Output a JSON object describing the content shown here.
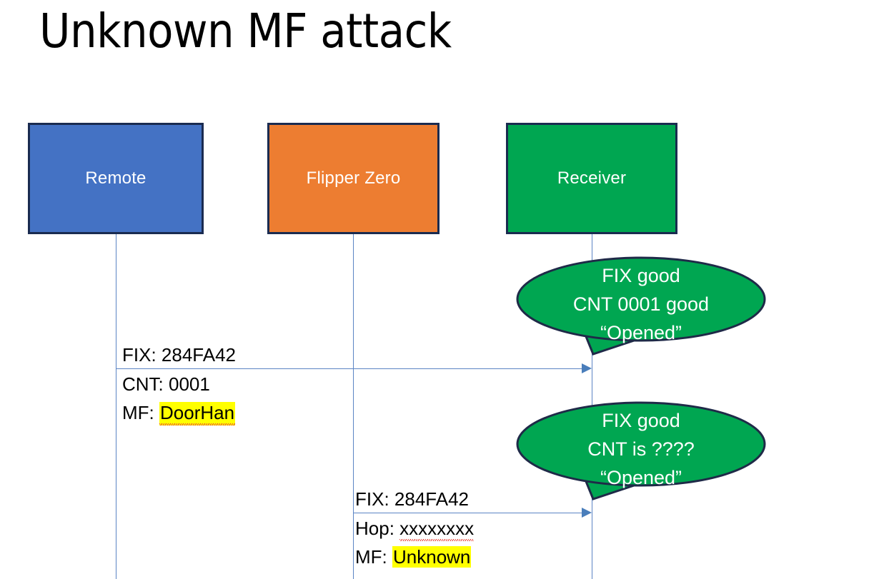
{
  "slide": {
    "title": "Unknown MF attack",
    "background": "#FFFFFF"
  },
  "colors": {
    "remote_fill": "#4472C4",
    "flipper_fill": "#ED7D31",
    "receiver_fill": "#00A651",
    "box_border": "#1A2B50",
    "lifeline": "#5B84C4",
    "arrow": "#4A7EBB",
    "highlight": "#FFFF00",
    "bubble_fill": "#00A651",
    "bubble_border": "#1F2A48",
    "text_dark": "#000000",
    "text_light": "#FFFFFF",
    "spellcheck_underline": "#E8443A"
  },
  "actors": [
    {
      "id": "remote",
      "label": "Remote",
      "fill": "#4472C4"
    },
    {
      "id": "flipper",
      "label": "Flipper Zero",
      "fill": "#ED7D31"
    },
    {
      "id": "receiver",
      "label": "Receiver",
      "fill": "#00A651"
    }
  ],
  "messages": [
    {
      "id": "msg-1",
      "from": "remote",
      "to": "receiver",
      "lines": [
        {
          "label": "FIX: ",
          "value": "284FA42",
          "highlight": false,
          "spellcheck": false
        },
        {
          "label": "CNT: ",
          "value": "0001",
          "highlight": false,
          "spellcheck": false
        },
        {
          "label": "MF: ",
          "value": "DoorHan",
          "highlight": true,
          "spellcheck": true
        }
      ]
    },
    {
      "id": "msg-2",
      "from": "flipper",
      "to": "receiver",
      "lines": [
        {
          "label": "FIX: ",
          "value": "284FA42",
          "highlight": false,
          "spellcheck": false
        },
        {
          "label": "Hop: ",
          "value": "xxxxxxxx",
          "highlight": false,
          "spellcheck": true
        },
        {
          "label": "MF: ",
          "value": "Unknown",
          "highlight": true,
          "spellcheck": false
        }
      ]
    }
  ],
  "bubbles": [
    {
      "id": "bubble-1",
      "owner": "receiver",
      "lines": [
        "FIX good",
        "CNT 0001 good",
        "“Opened”"
      ]
    },
    {
      "id": "bubble-2",
      "owner": "receiver",
      "lines": [
        "FIX good",
        "CNT is ????",
        "“Opened”"
      ]
    }
  ]
}
